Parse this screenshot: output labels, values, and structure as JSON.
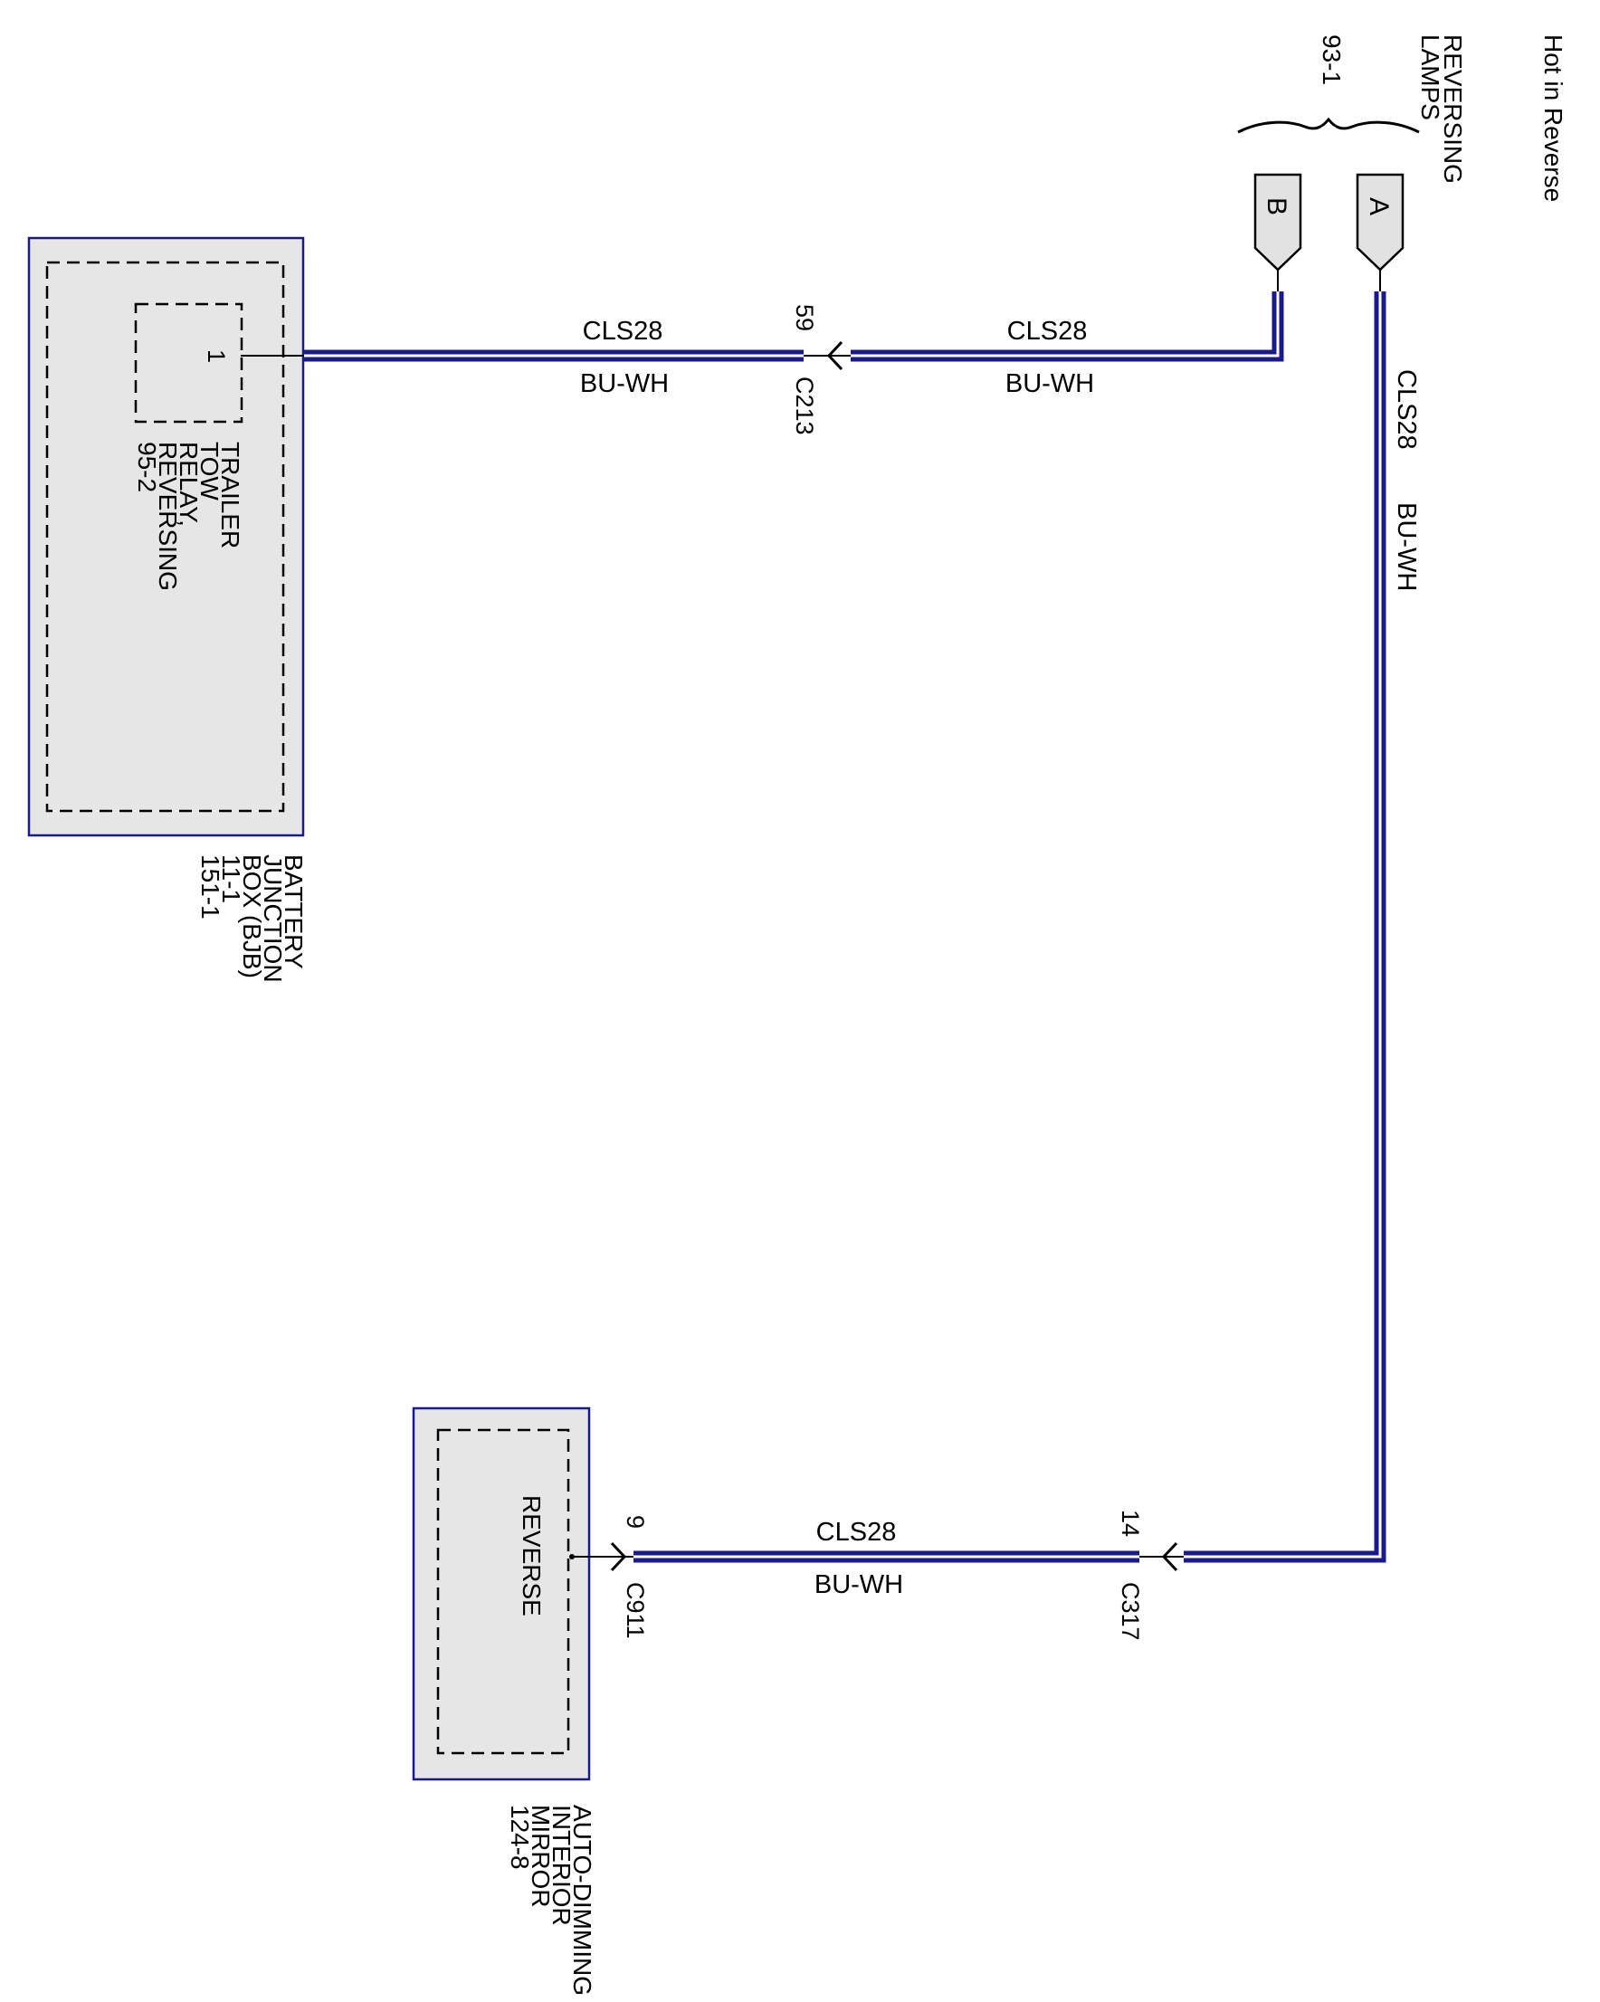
{
  "header": {
    "title": "Hot in Reverse"
  },
  "reversing_lamps": {
    "label_lines": [
      "REVERSING",
      "LAMPS"
    ],
    "ref": "93-1",
    "pin_a": "A",
    "pin_b": "B"
  },
  "bjb": {
    "label_lines": [
      "BATTERY",
      "JUNCTION",
      "BOX (BJB)",
      "11-1",
      "151-1"
    ],
    "relay_lines": [
      "TRAILER",
      "TOW",
      "RELAY,",
      "REVERSING",
      "95-2"
    ],
    "pin": "1"
  },
  "mirror": {
    "label_lines": [
      "AUTO-DIMMING",
      "INTERIOR",
      "MIRROR",
      "124-8"
    ],
    "inner_label": "REVERSE"
  },
  "wires": {
    "bjb_to_c213": {
      "circuit": "CLS28",
      "color": "BU-WH"
    },
    "c213_to_b": {
      "circuit": "CLS28",
      "color": "BU-WH"
    },
    "a_to_c317": {
      "circuit": "CLS28",
      "color": "BU-WH"
    },
    "c317_to_c911": {
      "circuit": "CLS28",
      "color": "BU-WH"
    }
  },
  "connectors": {
    "c213": {
      "name": "C213",
      "pin": "59"
    },
    "c317": {
      "name": "C317",
      "pin": "14"
    },
    "c911": {
      "name": "C911",
      "pin": "9"
    }
  },
  "colors": {
    "wire": "#1a1a8c",
    "module_fill": "#e6e6e6",
    "module_border": "#1a1a8c"
  }
}
